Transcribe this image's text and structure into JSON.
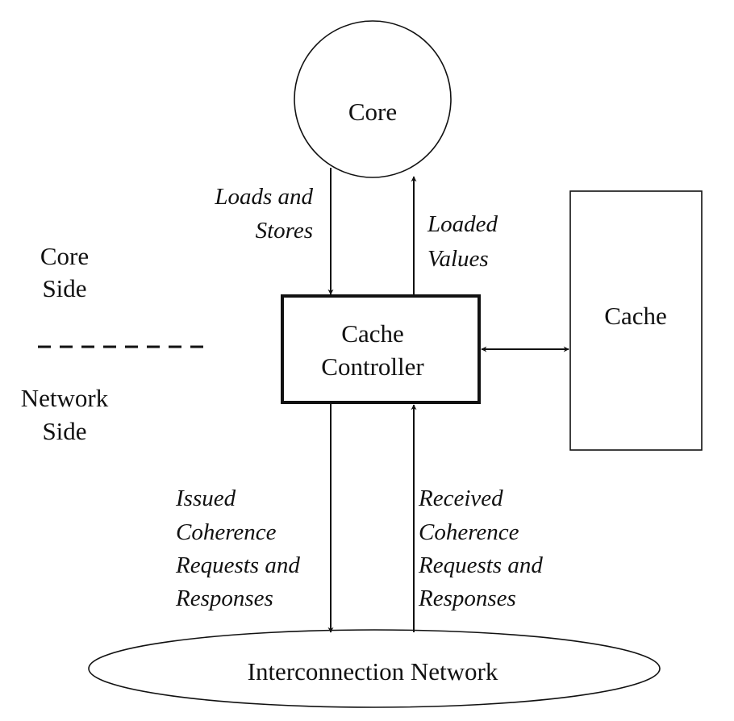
{
  "core": {
    "label": "Core"
  },
  "cache_controller": {
    "lines": [
      "Cache",
      "Controller"
    ]
  },
  "cache": {
    "label": "Cache"
  },
  "network": {
    "label": "Interconnection Network"
  },
  "sides": {
    "core_side": [
      "Core",
      "Side"
    ],
    "network_side": [
      "Network",
      "Side"
    ]
  },
  "edges": {
    "loads_and_stores": [
      "Loads and",
      "Stores"
    ],
    "loaded_values": [
      "Loaded",
      "Values"
    ],
    "issued": [
      "Issued",
      "Coherence",
      "Requests and",
      "Responses"
    ],
    "received": [
      "Received",
      "Coherence",
      "Requests and",
      "Responses"
    ]
  }
}
